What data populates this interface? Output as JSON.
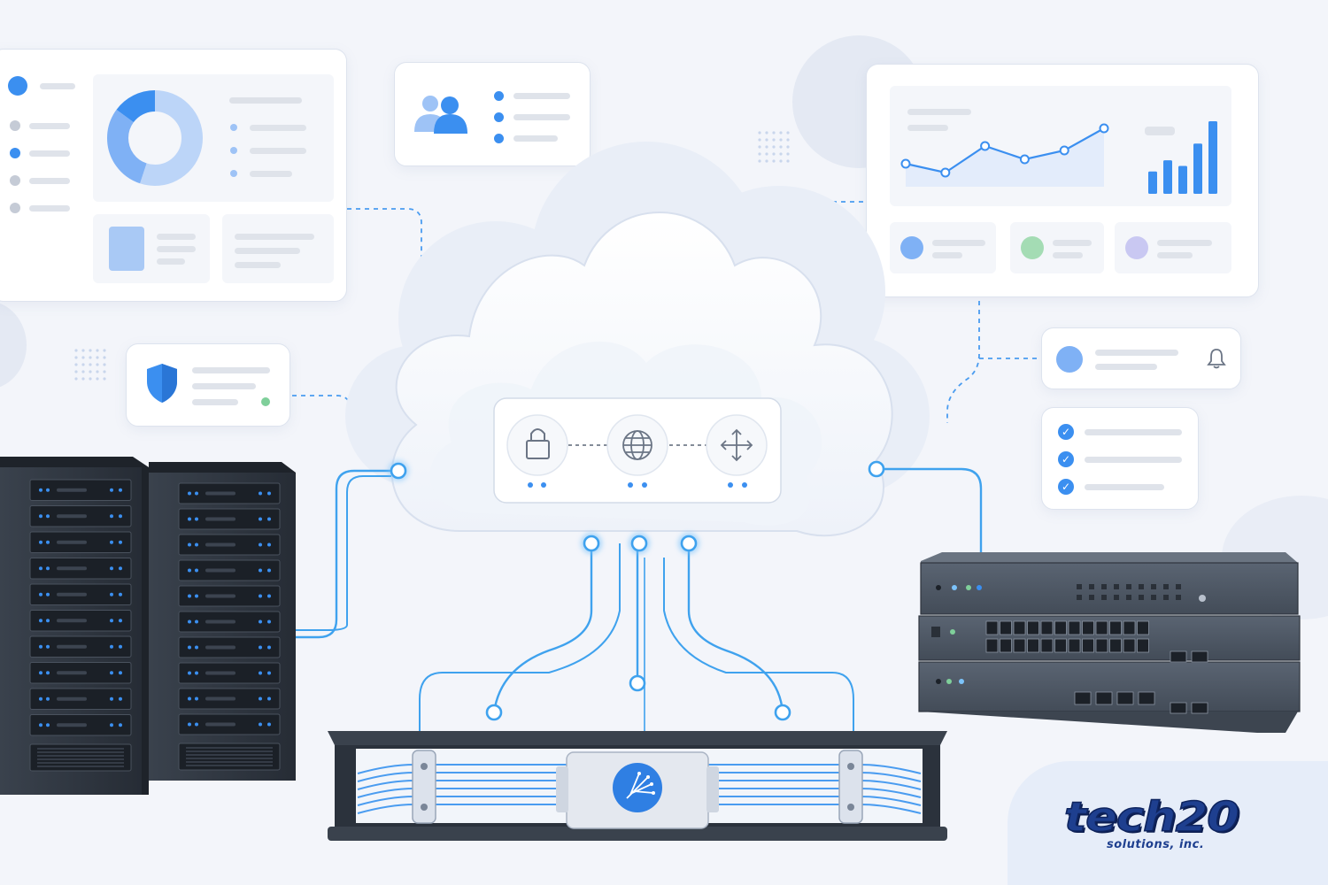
{
  "brand": {
    "name": "tech20",
    "tagline": "solutions, inc."
  },
  "icons": {
    "cloud_services": [
      "lock-icon",
      "globe-icon",
      "move-arrows-icon"
    ],
    "fiber_hub": "fiber-splitter-icon",
    "alerts": "bell-icon",
    "security": "shield-icon",
    "users": "users-icon"
  },
  "colors": {
    "accent": "#3b8ff0",
    "brand_blue": "#1e3f8f",
    "background": "#f3f5fa",
    "rack_dark": "#2f3640",
    "status_green": "#7fcf9a"
  },
  "checklist": {
    "checked_count": 3
  },
  "donut_chart": {
    "segments": [
      0.55,
      0.3,
      0.15
    ]
  },
  "line_chart": {
    "points": [
      2,
      1,
      4,
      2.5,
      3.5,
      6
    ]
  },
  "bar_chart": {
    "values": [
      2,
      3,
      2.5,
      4.5,
      6.5
    ]
  }
}
